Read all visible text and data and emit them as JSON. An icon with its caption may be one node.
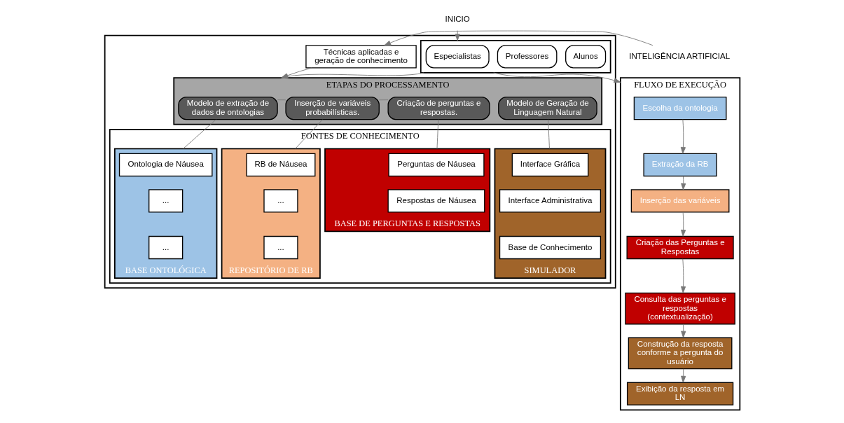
{
  "diagram": {
    "nodes": [
      {
        "text": [
          "INICIO"
        ]
      },
      {
        "text": [
          "INTELIGÊNCIA ARTIFICIAL"
        ]
      },
      {
        "text": [],
        "shape": "box"
      },
      {
        "text": [
          "Técnicas aplicadas e geração de conhecimento"
        ],
        "in": 2
      },
      {
        "text": [],
        "shape": "box",
        "in": 2
      },
      {
        "text": [
          "Especialistas"
        ],
        "in": 4
      },
      {
        "text": [
          "Professores"
        ],
        "in": 4
      },
      {
        "text": [
          "Alunos"
        ],
        "in": 4
      },
      {
        "text": [
          "ETAPAS DO PROCESSAMENTO"
        ],
        "in": 2
      },
      {
        "text": [
          "Modelo de extração de dados de ontologias"
        ],
        "in": 8
      },
      {
        "text": [
          "Inserção de variáveis probabilísticas."
        ],
        "in": 8
      },
      {
        "text": [
          "Criação de perguntas e respostas."
        ],
        "in": 8
      },
      {
        "text": [
          "Modelo de Geração de Linguagem Natural"
        ],
        "in": 8
      },
      {
        "text": [
          "FONTES DE CONHECIMENTO"
        ],
        "in": 2
      },
      {
        "text": [
          "BASE ONTOLÓGICA"
        ],
        "in": 13
      },
      {
        "text": [
          "Ontologia de Náusea"
        ],
        "in": 14
      },
      {
        "text": [
          "..."
        ],
        "in": 14
      },
      {
        "text": [
          "..."
        ],
        "in": 14
      },
      {
        "text": [
          "REPOSITÓRIO DE RB"
        ],
        "in": 13
      },
      {
        "text": [
          "RB de Náusea"
        ],
        "in": 18
      },
      {
        "text": [
          "..."
        ],
        "in": 18
      },
      {
        "text": [
          "..."
        ],
        "in": 18
      },
      {
        "text": [
          "BASE DE PERGUNTAS E RESPOSTAS"
        ],
        "in": 13
      },
      {
        "text": [
          "Perguntas de Náusea"
        ],
        "in": 22
      },
      {
        "text": [
          "Respostas de Náusea"
        ],
        "in": 22
      },
      {
        "text": [
          "SIMULADOR"
        ],
        "in": 13
      },
      {
        "text": [
          "Interface Gráfica"
        ],
        "in": 25
      },
      {
        "text": [
          "Interface Administrativa"
        ],
        "in": 25
      },
      {
        "text": [
          "Base de Conhecimento"
        ],
        "in": 25
      },
      {
        "text": [
          "FLUXO DE EXECUÇÃO"
        ]
      },
      {
        "text": [
          "Escolha da ontologia"
        ],
        "in": 29
      },
      {
        "text": [
          "Extração da RB"
        ],
        "in": 29
      },
      {
        "text": [
          "Inserção das variáveis"
        ],
        "in": 29
      },
      {
        "text": [
          "Criação das Perguntas e Respostas"
        ],
        "in": 29
      },
      {
        "text": [
          "Consulta das perguntas e respostas (contextualização)"
        ],
        "in": 29
      },
      {
        "text": [
          "Construção da resposta conforme a pergunta do usuário"
        ],
        "in": 29
      },
      {
        "text": [
          "Exibição da resposta em LN"
        ],
        "in": 29
      }
    ],
    "edges": [
      {
        "from": 0,
        "to": 4,
        "arrow": "to"
      },
      {
        "from": 1,
        "to": 3,
        "arrow": "to"
      },
      {
        "from": 3,
        "to": 8,
        "arrow": "to"
      },
      {
        "from": 4,
        "to": 8,
        "arrow": "to"
      },
      {
        "from": 4,
        "to": 29,
        "arrow": "to"
      },
      {
        "from": 9,
        "to": 10,
        "arrow": "none"
      },
      {
        "from": 10,
        "to": 11,
        "arrow": "none"
      },
      {
        "from": 9,
        "to": 14,
        "arrow": "none"
      },
      {
        "from": 10,
        "to": 18,
        "arrow": "none"
      },
      {
        "from": 11,
        "to": 22,
        "arrow": "none"
      },
      {
        "from": 12,
        "to": 25,
        "arrow": "none"
      },
      {
        "from": 30,
        "to": 31,
        "arrow": "to"
      },
      {
        "from": 31,
        "to": 32,
        "arrow": "to"
      },
      {
        "from": 32,
        "to": 33,
        "arrow": "to"
      },
      {
        "from": 33,
        "to": 34,
        "arrow": "to"
      },
      {
        "from": 34,
        "to": 35,
        "arrow": "to"
      },
      {
        "from": 35,
        "to": 36,
        "arrow": "to"
      }
    ]
  }
}
